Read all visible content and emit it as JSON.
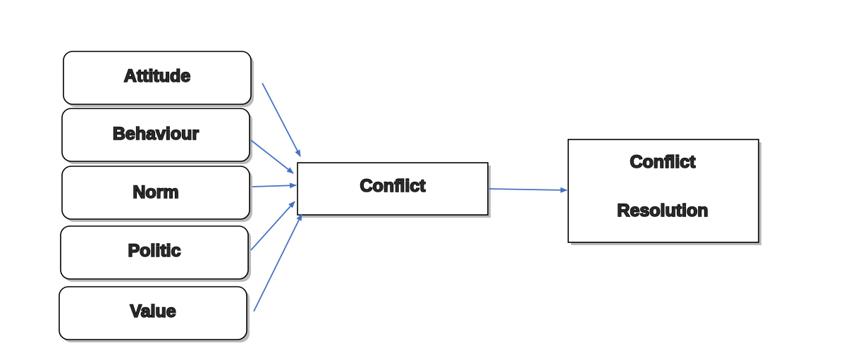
{
  "colors": {
    "arrow": "#4472c4",
    "box_border": "#000000",
    "box_fill": "#ffffff",
    "shadow": "#8c8c8c"
  },
  "factors": [
    {
      "label": "Attitude"
    },
    {
      "label": "Behaviour"
    },
    {
      "label": "Norm"
    },
    {
      "label": "Politic"
    },
    {
      "label": "Value"
    }
  ],
  "center": {
    "label": "Conflict"
  },
  "result": {
    "line1": "Conflict",
    "line2": "Resolution"
  }
}
